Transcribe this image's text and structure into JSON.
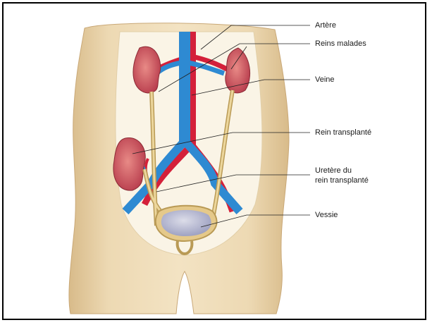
{
  "labels": {
    "artery": "Artère",
    "diseased_kidneys": "Reins malades",
    "vein": "Veine",
    "transplanted_kidney": "Rein transplanté",
    "ureter_line1": "Uretère du",
    "ureter_line2": "rein transplanté",
    "bladder": "Vessie"
  },
  "colors": {
    "skin": "#eedcb8",
    "skin_shade": "#d9bd8c",
    "artery": "#d4203a",
    "vein": "#2e8ad2",
    "kidney": "#c9525f",
    "ureter": "#e5c98a",
    "bladder": "#bfc1d8"
  }
}
